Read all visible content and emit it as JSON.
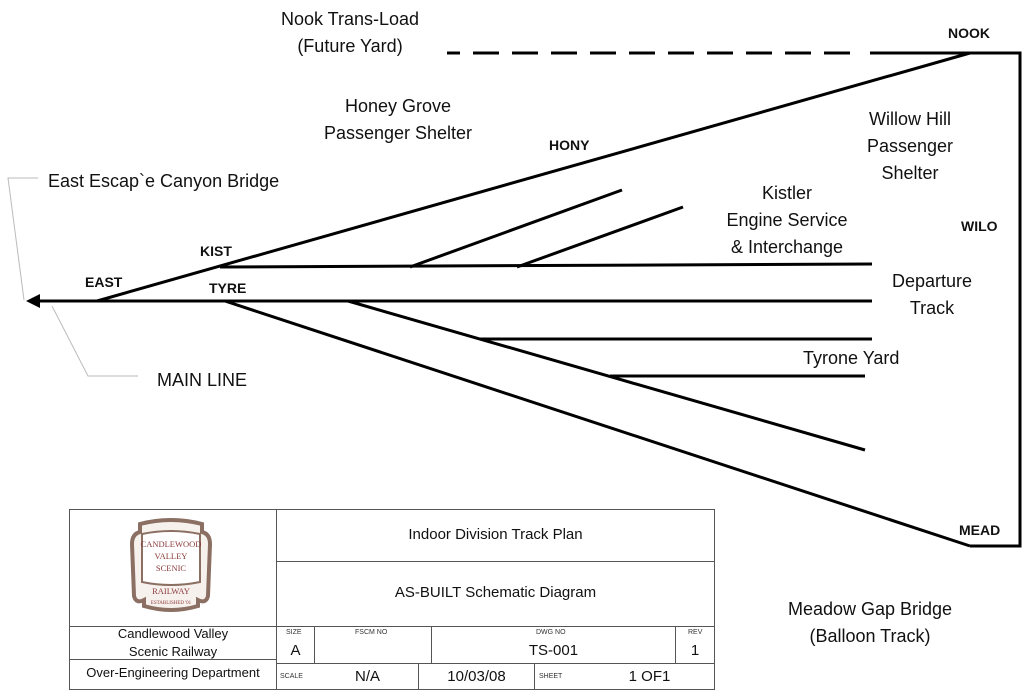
{
  "labels": {
    "nook_transload": [
      "Nook Trans-Load",
      "(Future Yard)"
    ],
    "honey_grove": [
      "Honey Grove",
      "Passenger Shelter"
    ],
    "east_escape": "East Escap`e Canyon Bridge",
    "willow_hill": [
      "Willow Hill",
      "Passenger",
      "Shelter"
    ],
    "kistler": [
      "Kistler",
      "Engine Service",
      "& Interchange"
    ],
    "departure": [
      "Departure",
      "Track"
    ],
    "tyrone_yard": "Tyrone Yard",
    "main_line": "MAIN LINE",
    "meadow_gap": [
      "Meadow Gap Bridge",
      "(Balloon Track)"
    ]
  },
  "nodes": {
    "nook": "NOOK",
    "hony": "HONY",
    "kist": "KIST",
    "east": "EAST",
    "tyre": "TYRE",
    "wilo": "WILO",
    "mead": "MEAD"
  },
  "title_block": {
    "logo": {
      "line1": "Candlewood",
      "line2": "Valley",
      "line3": "Scenic",
      "line4": "Railway",
      "line5": "Established '01",
      "color": "#8b6f62"
    },
    "org_name": [
      "Candlewood Valley",
      "Scenic Railway"
    ],
    "department": "Over-Engineering Department",
    "title": "Indoor Division Track Plan",
    "subtitle": "AS-BUILT Schematic Diagram",
    "size_label": "SIZE",
    "size_value": "A",
    "fscm_label": "FSCM NO",
    "fscm_value": "",
    "dwg_label": "DWG NO",
    "dwg_value": "TS-001",
    "rev_label": "REV",
    "rev_value": "1",
    "scale_label": "SCALE",
    "scale_value": "N/A",
    "date_value": "10/03/08",
    "sheet_label": "SHEET",
    "sheet_value": "1 OF1"
  }
}
